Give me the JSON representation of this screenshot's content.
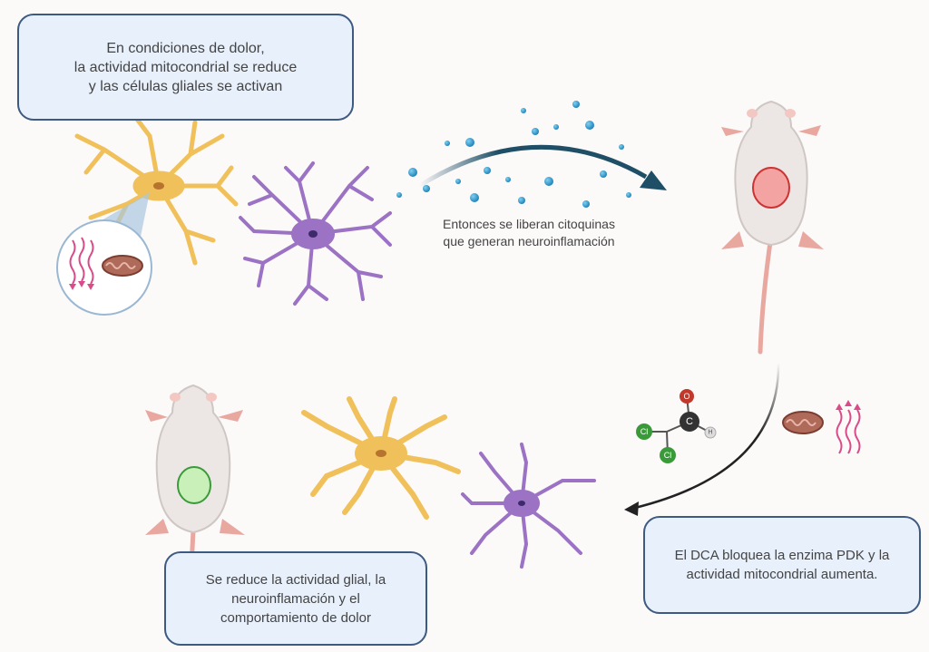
{
  "boxes": {
    "top": "En condiciones de dolor,\nla actividad mitocondrial se reduce\ny las células gliales se activan",
    "right": "El DCA bloquea la enzima PDK y la\nactividad mitocondrial  aumenta.",
    "bottom": "Se reduce la actividad glial, la\nneuroinflamación y el\ncomportamiento de dolor"
  },
  "caption": "Entonces se liberan citoquinas\nque generan neuroinflamación",
  "molecule": {
    "atom_o": "O",
    "atom_c": "C",
    "atom_h": "H",
    "atom_cl1": "Cl",
    "atom_cl2": "Cl"
  },
  "colors": {
    "astrocyte": "#f0c15a",
    "microglia": "#9b72c4",
    "arrow": "#1e4f66",
    "box_border": "#3d5a80",
    "box_fill": "#e8f0fb",
    "inflamed": "#f4a3a3",
    "healthy": "#c8f0b8"
  }
}
